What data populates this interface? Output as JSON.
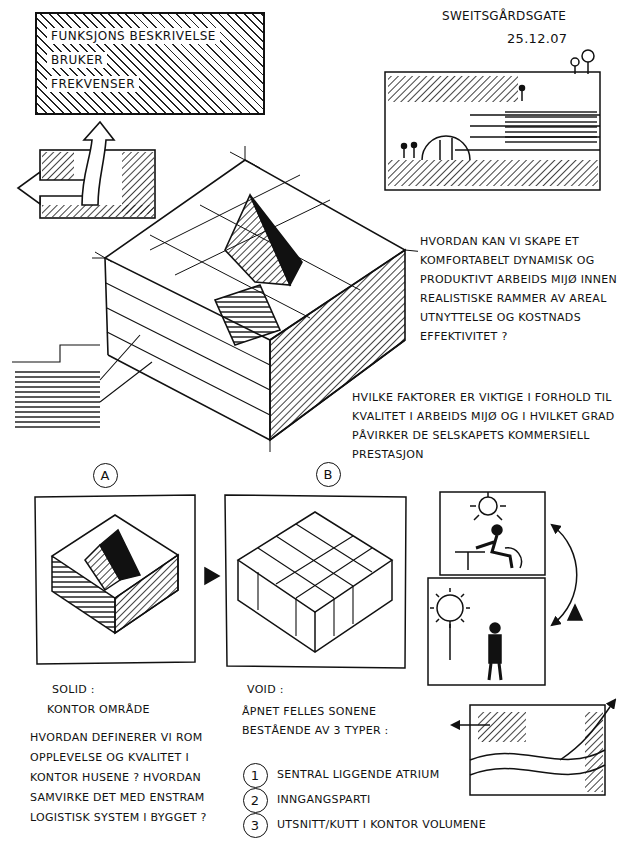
{
  "diagram": {
    "nodes": [
      {
        "text": [
          "FUNKSJONS BESKRIVELSE",
          "BRUKER",
          "FREKVENSER"
        ]
      },
      {
        "text": [
          "A"
        ]
      },
      {
        "text": [
          "B"
        ]
      },
      {
        "text": [
          "1"
        ]
      },
      {
        "text": [
          "2"
        ]
      },
      {
        "text": [
          "3"
        ]
      }
    ],
    "labels": [
      "SWEITSGÅRDSGATE",
      "25.12.07",
      "HVORDAN KAN VI SKAPE ET KOMFORTABELT DYNAMISK OG PRODUKTIVT ARBEIDS MIJØ INNEN REALISTISKE RAMMER AV AREAL UTNYTTELSE OG KOSTNADS EFFEKTIVITET ?",
      "HVILKE FAKTORER ER VIKTIGE I FORHOLD TIL KVALITET I ARBEIDS MIJØ OG I HVILKET GRAD PÅVIRKER DE SELSKAPETS KOMMERSIELL PRESTASJON",
      "SOLID :",
      "KONTOR OMRÅDE",
      "HVORDAN DEFINERER VI ROM OPPLEVELSE OG KVALITET I KONTOR HUSENE ? HVORDAN SAMVIRKE DET MED ENSTRAM LOGISTISK SYSTEM I BYGGET ?",
      "VOID :",
      "ÅPNET FELLES SONENE BESTÅENDE AV 3 TYPER :",
      "SENTRAL LIGGENDE ATRIUM",
      "INNGANGSPARTI",
      "UTSNITT/KUTT I KONTOR VOLUMENE"
    ]
  }
}
